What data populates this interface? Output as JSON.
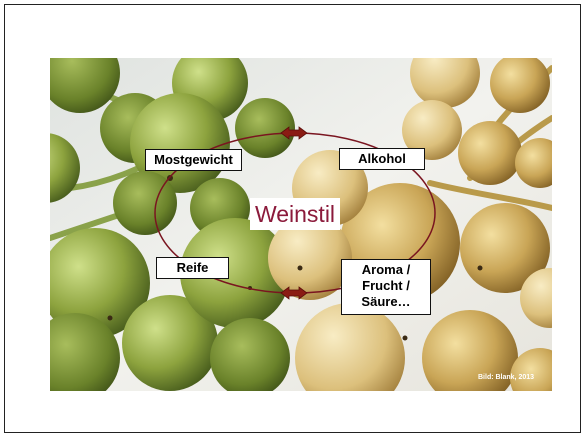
{
  "diagram": {
    "center": "Weinstil",
    "nodes": {
      "mostgewicht": "Mostgewicht",
      "alkohol": "Alkohol",
      "reife": "Reife",
      "aroma": [
        "Aroma /",
        "Frucht /",
        "Säure…"
      ]
    },
    "credit": "Bild: Blank, 2013"
  },
  "colors": {
    "accent": "#8b1a3b",
    "ellipse": "#7a1520",
    "arrow": "#8a1c14"
  }
}
